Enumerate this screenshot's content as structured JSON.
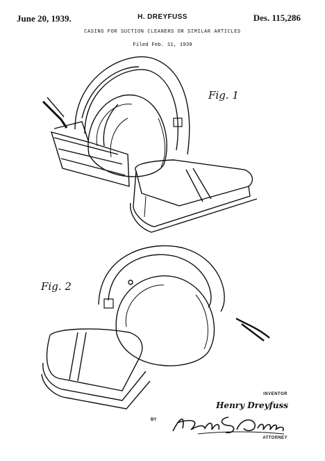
{
  "header": {
    "date": "June 20, 1939.",
    "inventor": "H. DREYFUSS",
    "patent_number": "Des. 115,286",
    "title": "CASING FOR SUCTION CLEANERS OR SIMILAR ARTICLES",
    "filed": "Filed Feb. 11, 1939"
  },
  "figures": {
    "fig1_label": "Fig. 1",
    "fig2_label": "Fig. 2"
  },
  "footer": {
    "inventor_label": "INVENTOR",
    "inventor_name": "Henry Dreyfuss",
    "by": "BY",
    "attorney_signature": "Harry S. Demarest",
    "attorney_label": "ATTORNEY"
  }
}
